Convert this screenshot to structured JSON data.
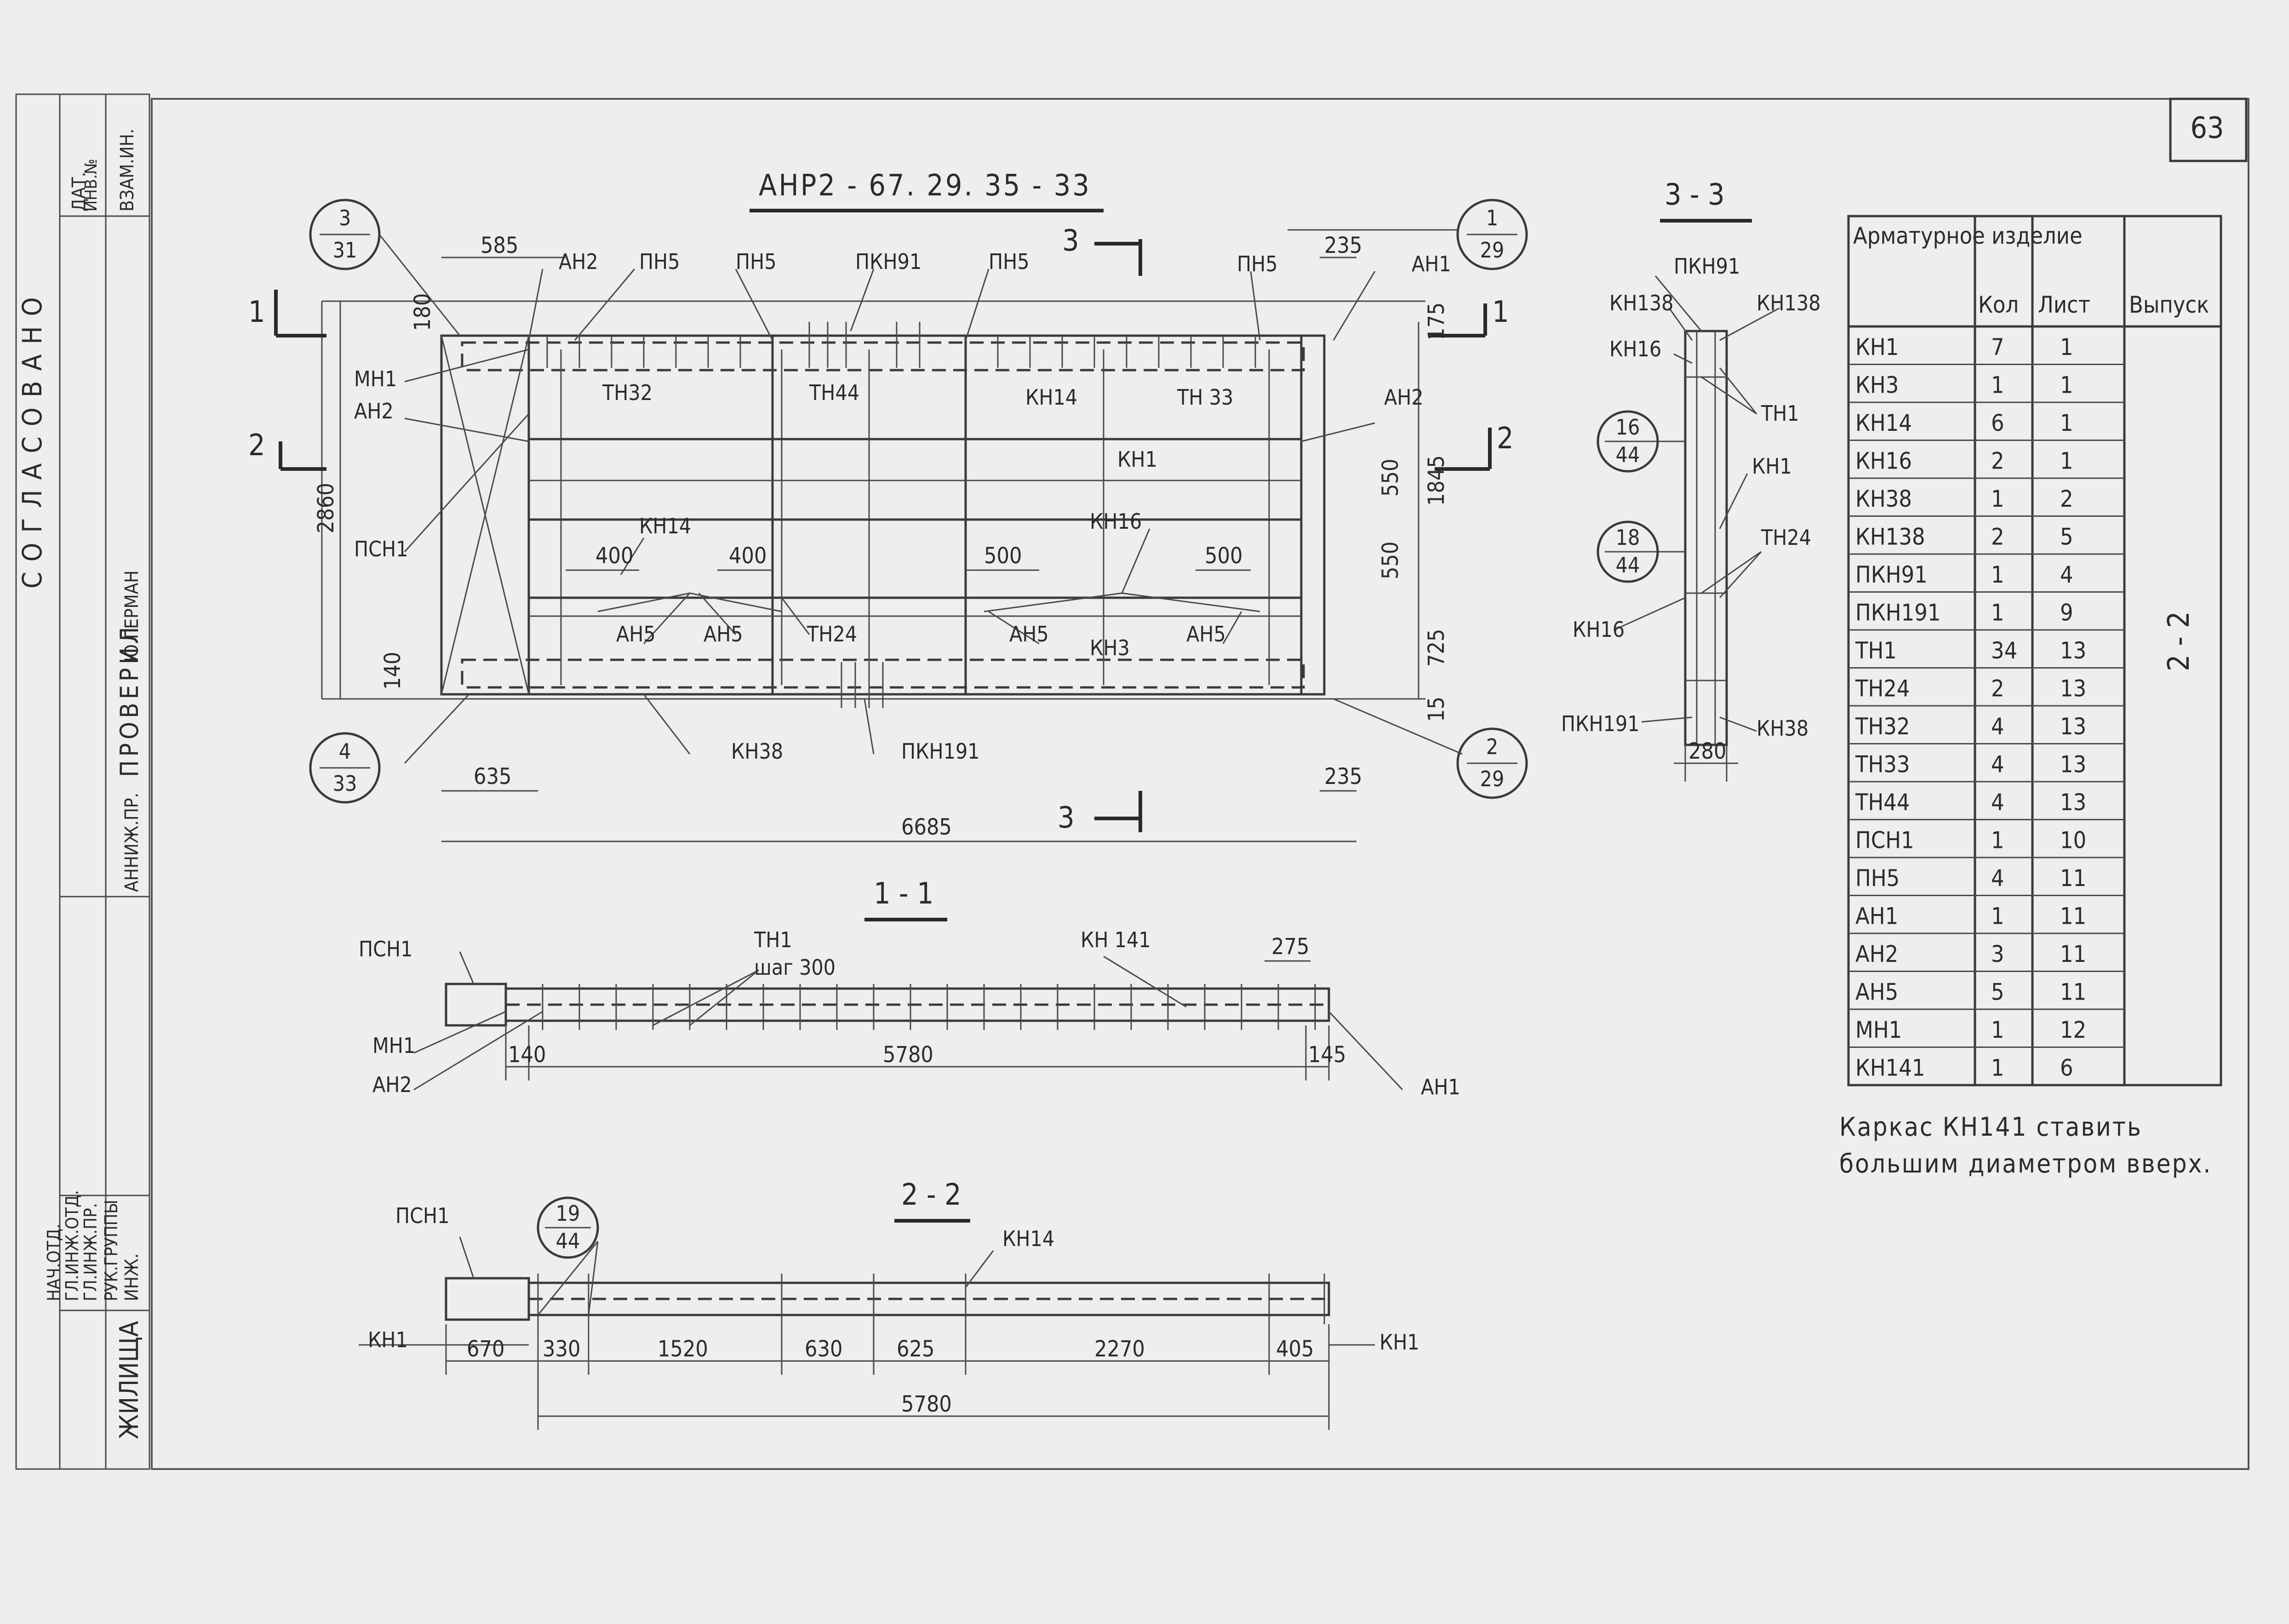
{
  "sheet_number": "63",
  "title": "АНР2 - 67. 29. 35 - 33",
  "stamp": {
    "vertical_left": [
      "СОГЛАСОВАНО",
      "ДАТ.",
      "ИНВ.№",
      "ВЗАМ.ИН.",
      "ПРОВЕРИЛ",
      "АННИЖ.ПР.",
      "Ю.ГЕРМАН",
      "ЖИЛИЩА",
      "ИНЖ.",
      "РУК.ГРУППЫ",
      "ГЛ.ИНЖ.ПР.",
      "ГЛ.ИНЖ.ОТД.",
      "НАЧ.ОТД."
    ]
  },
  "plan": {
    "labels": [
      "АН2",
      "ПН5",
      "ПН5",
      "ПКН91",
      "ПН5",
      "ПН5",
      "АН1",
      "МН1",
      "АН2",
      "ТН32",
      "ТН44",
      "КН14",
      "ТН 33",
      "АН2",
      "КН1",
      "ПСН1",
      "КН14",
      "КН16",
      "АН5",
      "АН5",
      "ТН24",
      "АН5",
      "КН3",
      "АН5",
      "КН38",
      "ПКН191"
    ],
    "dims": [
      "585",
      "235",
      "180",
      "175",
      "1845",
      "550",
      "550",
      "725",
      "140",
      "15",
      "2860",
      "400",
      "400",
      "500",
      "500",
      "635",
      "235",
      "6685"
    ],
    "callouts": [
      {
        "num": "3",
        "den": "31"
      },
      {
        "num": "1",
        "den": "29"
      },
      {
        "num": "4",
        "den": "33"
      },
      {
        "num": "2",
        "den": "29"
      }
    ],
    "section_marks": [
      "1",
      "1",
      "2",
      "2",
      "3",
      "3"
    ]
  },
  "section_3_3": {
    "title": "3 - 3",
    "labels": [
      "ПКН91",
      "КН138",
      "КН138",
      "КН16",
      "ТН1",
      "КН1",
      "ТН24",
      "КН16",
      "ПКН191",
      "КН38"
    ],
    "dims": [
      "280"
    ],
    "callouts": [
      {
        "num": "16",
        "den": "44"
      },
      {
        "num": "18",
        "den": "44"
      }
    ]
  },
  "section_1_1": {
    "title": "1 - 1",
    "labels": [
      "ПСН1",
      "ТН1",
      "шаг 300",
      "КН 141",
      "МН1",
      "АН2",
      "АН1"
    ],
    "dims": [
      "275",
      "140",
      "5780",
      "145"
    ]
  },
  "section_2_2": {
    "title": "2 - 2",
    "labels": [
      "ПСН1",
      "КН14",
      "КН1",
      "КН1"
    ],
    "dims": [
      "670",
      "330",
      "1520",
      "630",
      "625",
      "2270",
      "405",
      "5780"
    ],
    "callouts": [
      {
        "num": "19",
        "den": "44"
      }
    ]
  },
  "spec_table": {
    "headers": [
      "Арматурное изделие",
      "Кол",
      "Лист",
      "Выпуск"
    ],
    "rows": [
      [
        "КН1",
        "7",
        "1"
      ],
      [
        "КН3",
        "1",
        "1"
      ],
      [
        "КН14",
        "6",
        "1"
      ],
      [
        "КН16",
        "2",
        "1"
      ],
      [
        "КН38",
        "1",
        "2"
      ],
      [
        "КН138",
        "2",
        "5"
      ],
      [
        "ПКН91",
        "1",
        "4"
      ],
      [
        "ПКН191",
        "1",
        "9"
      ],
      [
        "ТН1",
        "34",
        "13"
      ],
      [
        "ТН24",
        "2",
        "13"
      ],
      [
        "ТН32",
        "4",
        "13"
      ],
      [
        "ТН33",
        "4",
        "13"
      ],
      [
        "ТН44",
        "4",
        "13"
      ],
      [
        "ПСН1",
        "1",
        "10"
      ],
      [
        "ПН5",
        "4",
        "11"
      ],
      [
        "АН1",
        "1",
        "11"
      ],
      [
        "АН2",
        "3",
        "11"
      ],
      [
        "АН5",
        "5",
        "11"
      ],
      [
        "МН1",
        "1",
        "12"
      ],
      [
        "КН141",
        "1",
        "6"
      ]
    ],
    "release": "2 - 2"
  },
  "note": [
    "Каркас КН141 ставить",
    "большим диаметром вверх."
  ]
}
